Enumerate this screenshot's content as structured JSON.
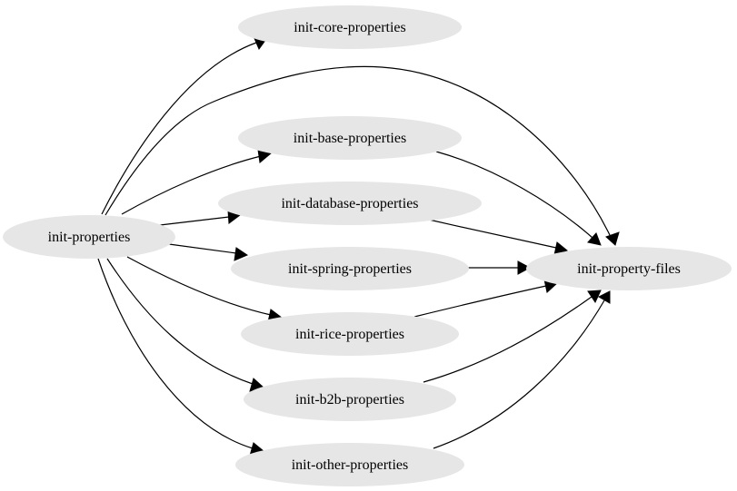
{
  "diagram": {
    "node_fill": "#e6e6e6",
    "edge_color": "#000000",
    "nodes": {
      "init_properties": "init-properties",
      "init_core_properties": "init-core-properties",
      "init_base_properties": "init-base-properties",
      "init_database_properties": "init-database-properties",
      "init_spring_properties": "init-spring-properties",
      "init_rice_properties": "init-rice-properties",
      "init_b2b_properties": "init-b2b-properties",
      "init_other_properties": "init-other-properties",
      "init_property_files": "init-property-files"
    },
    "edges": [
      {
        "from": "init-properties",
        "to": "init-core-properties"
      },
      {
        "from": "init-properties",
        "to": "init-property-files"
      },
      {
        "from": "init-properties",
        "to": "init-base-properties"
      },
      {
        "from": "init-properties",
        "to": "init-database-properties"
      },
      {
        "from": "init-properties",
        "to": "init-spring-properties"
      },
      {
        "from": "init-properties",
        "to": "init-rice-properties"
      },
      {
        "from": "init-properties",
        "to": "init-b2b-properties"
      },
      {
        "from": "init-properties",
        "to": "init-other-properties"
      },
      {
        "from": "init-base-properties",
        "to": "init-property-files"
      },
      {
        "from": "init-database-properties",
        "to": "init-property-files"
      },
      {
        "from": "init-spring-properties",
        "to": "init-property-files"
      },
      {
        "from": "init-rice-properties",
        "to": "init-property-files"
      },
      {
        "from": "init-b2b-properties",
        "to": "init-property-files"
      },
      {
        "from": "init-other-properties",
        "to": "init-property-files"
      }
    ]
  }
}
